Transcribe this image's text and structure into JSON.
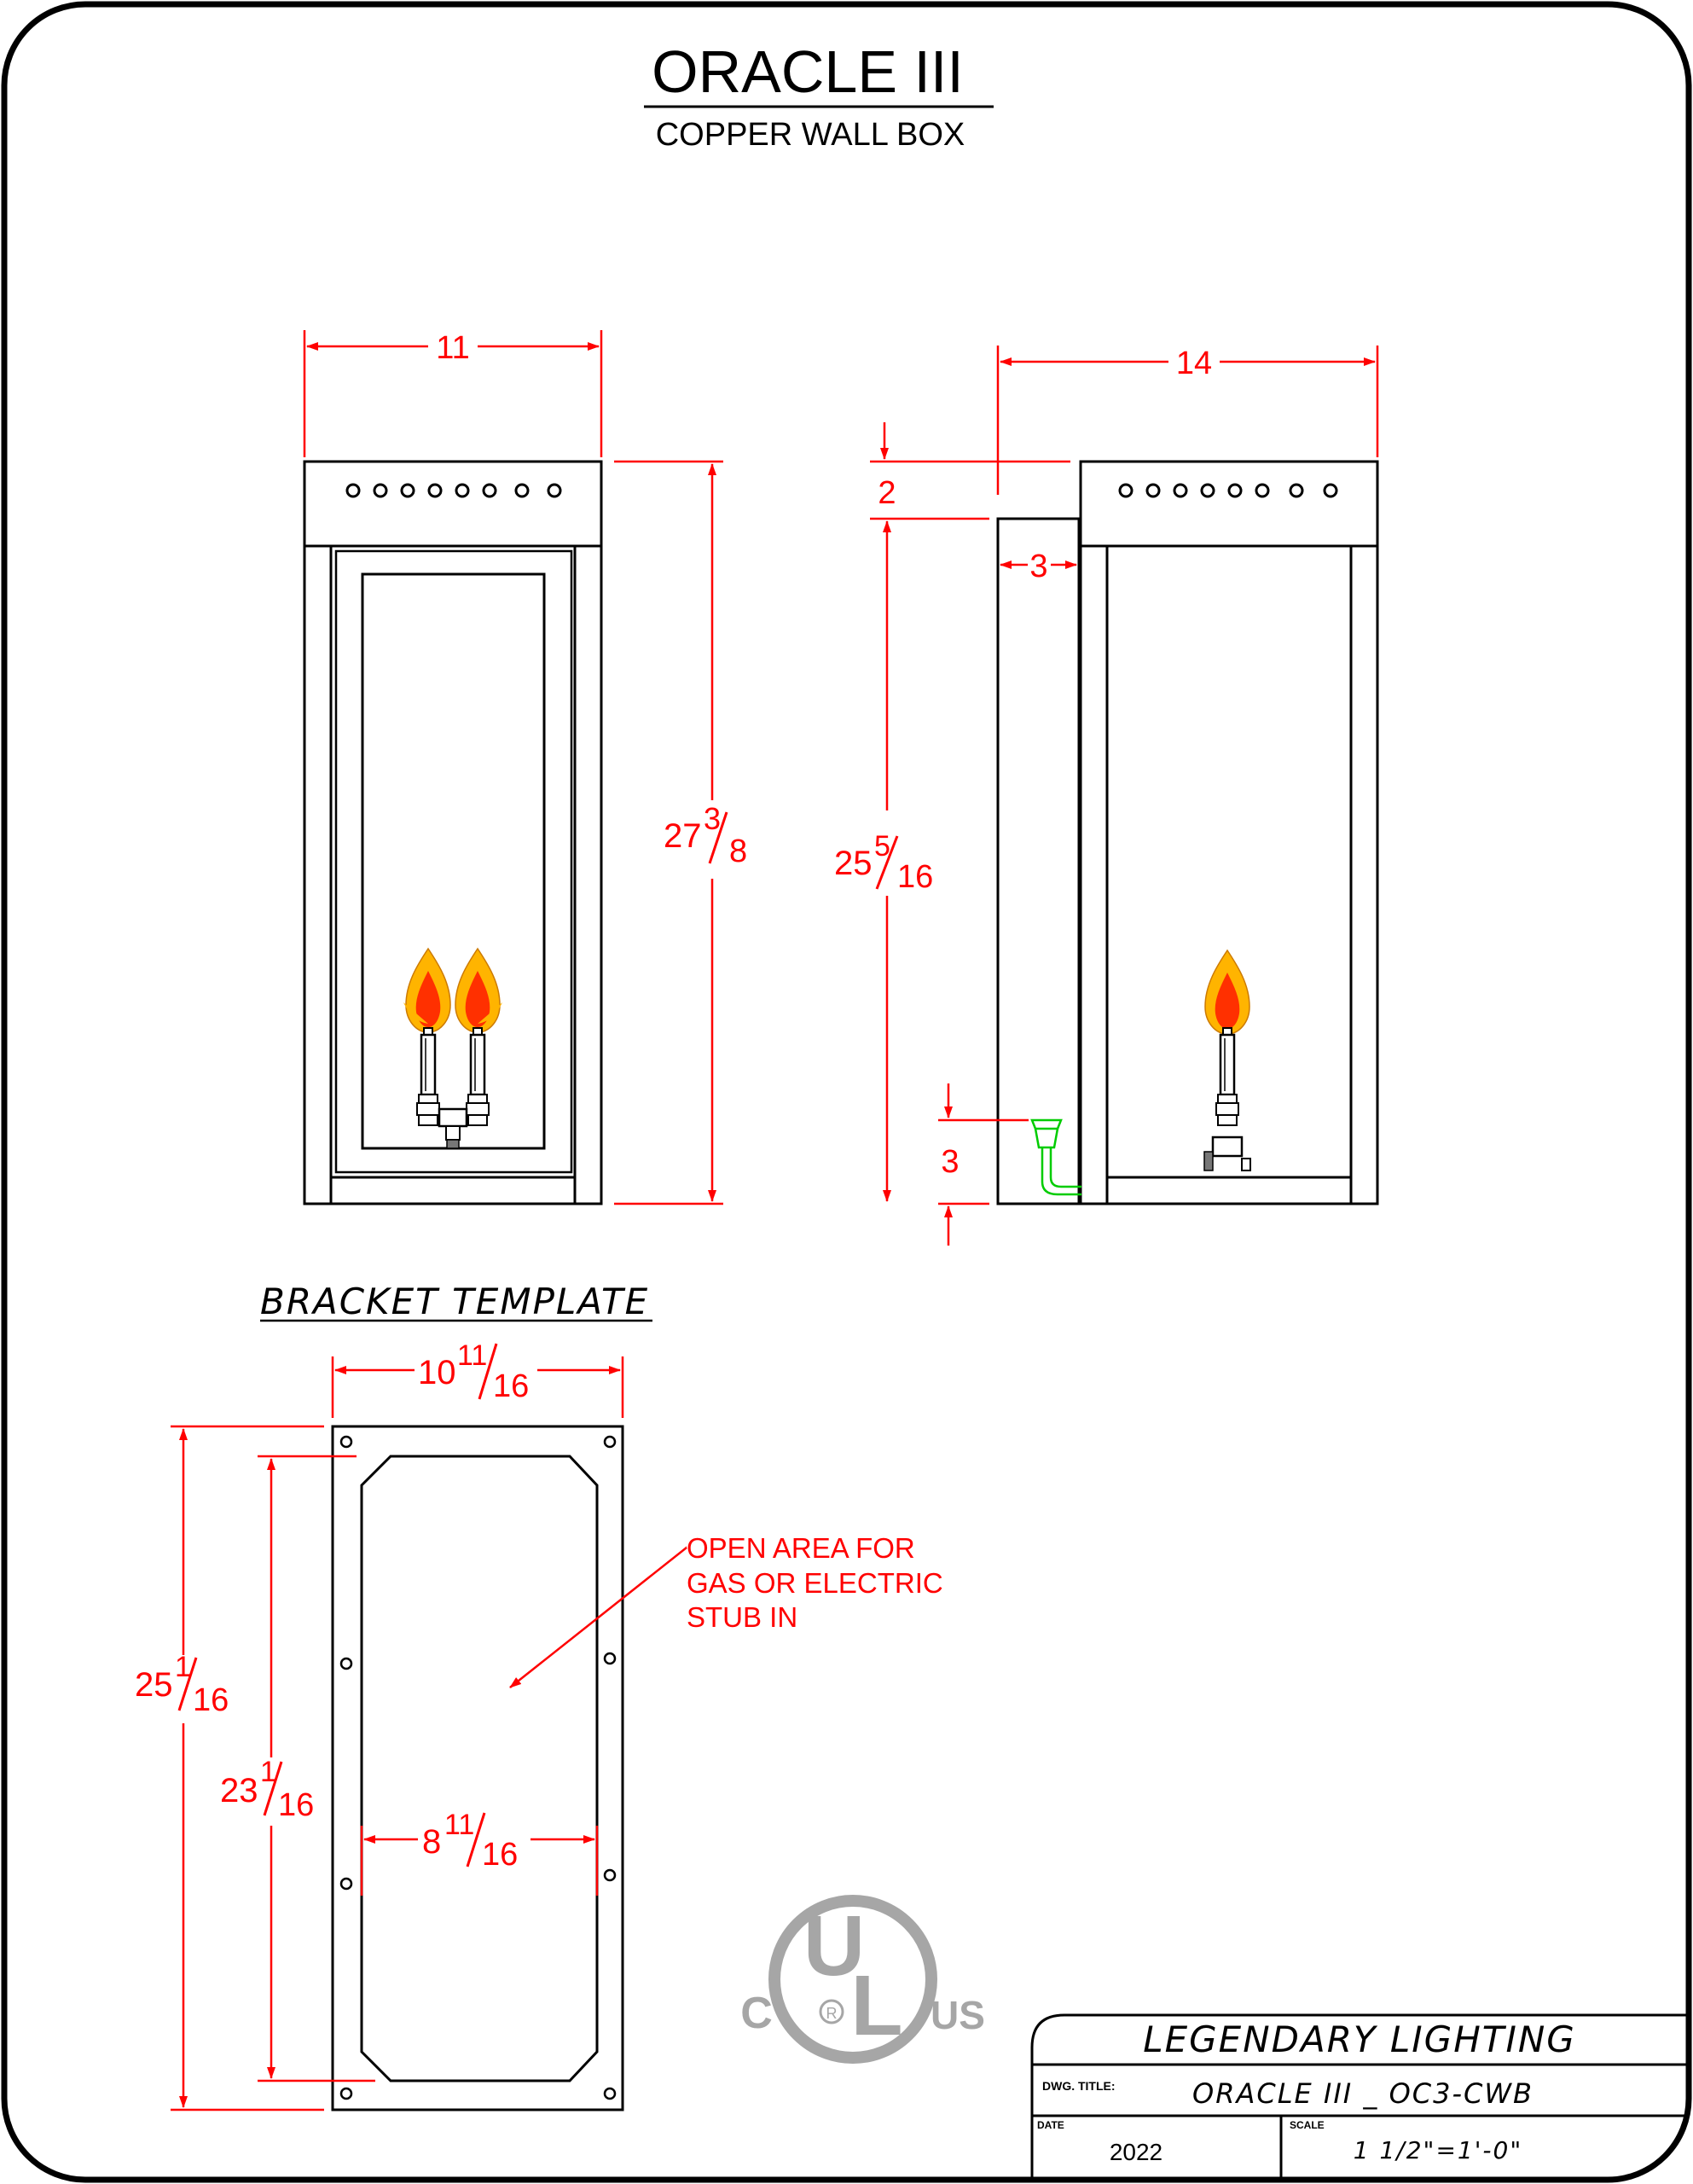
{
  "title": "ORACLE III",
  "subtitle": "COPPER WALL BOX",
  "front_view": {
    "width_label": "11",
    "height_whole": "27",
    "height_num": "3",
    "height_den": "8"
  },
  "side_view": {
    "width_label": "14",
    "top_offset": "2",
    "depth_label": "3",
    "height_whole": "25",
    "height_num": "5",
    "height_den": "16",
    "stub_label": "3"
  },
  "bracket": {
    "heading": "BRACKET TEMPLATE",
    "width_whole": "10",
    "width_num": "11",
    "width_den": "16",
    "outer_h_whole": "25",
    "outer_h_num": "1",
    "outer_h_den": "16",
    "inner_h_whole": "23",
    "inner_h_num": "1",
    "inner_h_den": "16",
    "inner_w_whole": "8",
    "inner_w_num": "11",
    "inner_w_den": "16",
    "note_lines": [
      "OPEN AREA FOR",
      "GAS OR ELECTRIC",
      "STUB IN"
    ]
  },
  "ul_logo": {
    "c": "C",
    "u": "U",
    "l": "L",
    "us": "US",
    "reg": "R"
  },
  "title_block": {
    "company": "LEGENDARY LIGHTING",
    "dwg_title_label": "DWG. TITLE:",
    "dwg_title": "ORACLE III _ OC3-CWB",
    "date_label": "DATE",
    "date": "2022",
    "scale_label": "SCALE",
    "scale": "1 1/2\"=1'-0\""
  },
  "colors": {
    "line": "#000000",
    "dimension": "#ff0000",
    "gas_stub": "#00cc00",
    "ul_logo": "#a6a6a6",
    "flame_outer": "#ffb400",
    "flame_inner": "#ff3000"
  }
}
